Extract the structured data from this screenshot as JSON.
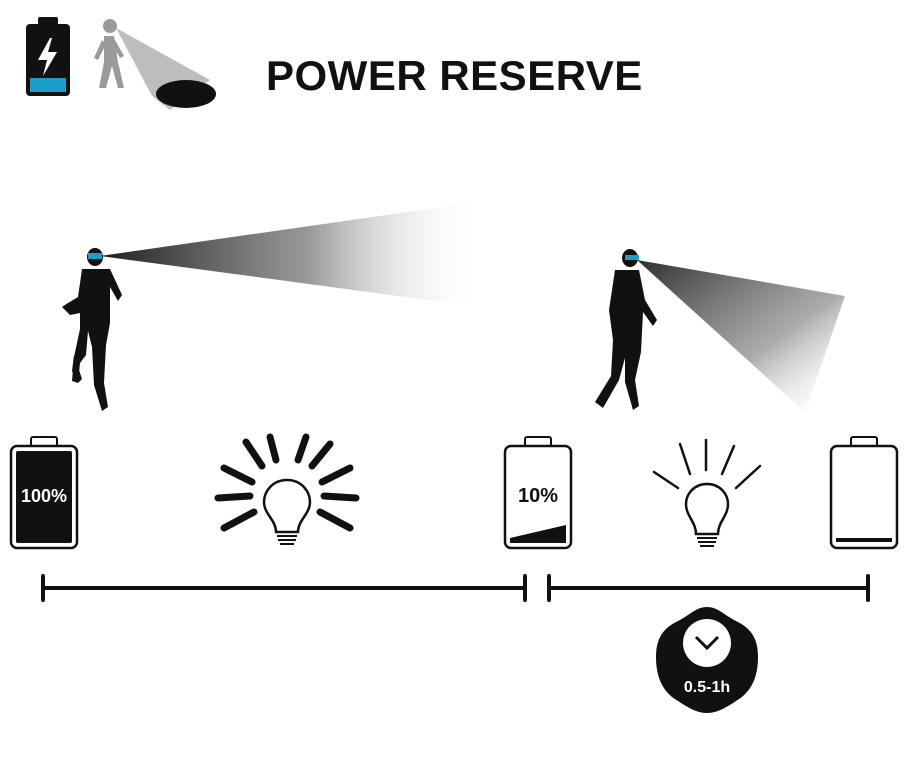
{
  "title": "POWER RESERVE",
  "battery_full_label": "100%",
  "battery_low_label": "10%",
  "time_badge_label": "0.5-1h",
  "colors": {
    "accent_cyan": "#1aa0c8",
    "ink": "#111111",
    "grey_icon": "#9a9a9a"
  },
  "icons": {
    "header_battery": "battery-charging-icon",
    "header_walker": "walker-headlamp-icon",
    "runner": "runner-headlamp-icon",
    "walker": "walker-headlamp-icon",
    "bulb_bright": "lightbulb-bright-icon",
    "bulb_dim": "lightbulb-dim-icon",
    "clock": "clock-icon"
  }
}
